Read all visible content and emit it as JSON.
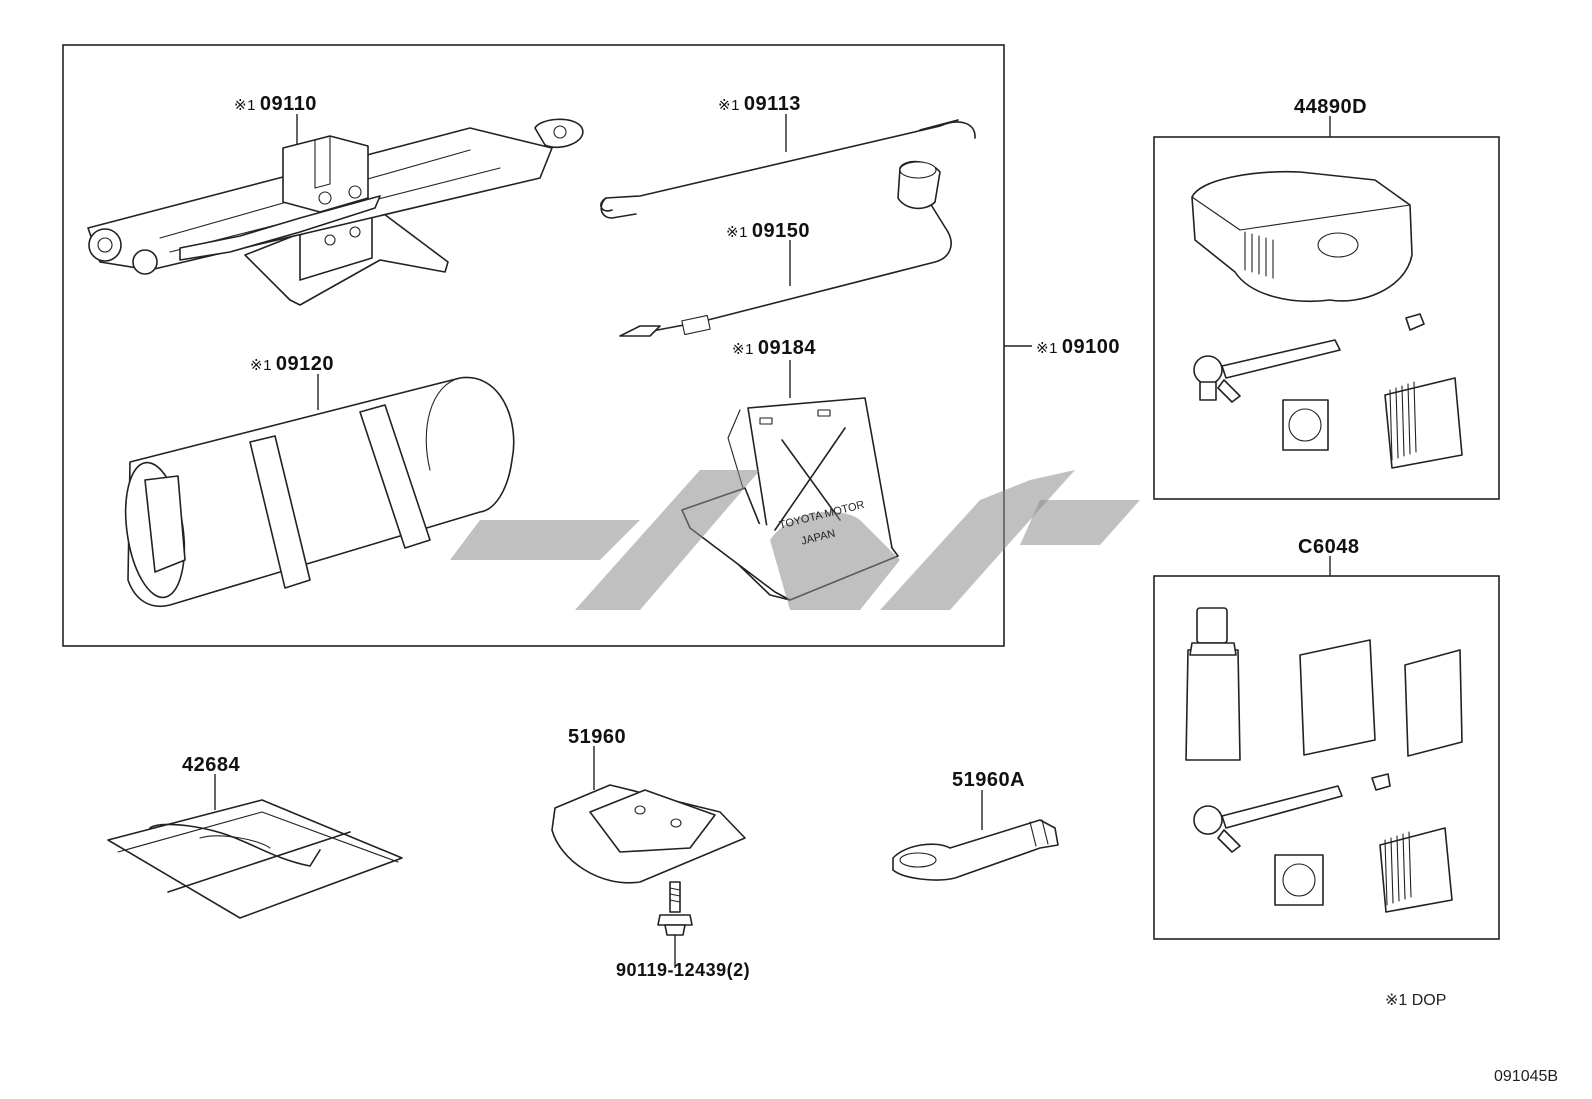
{
  "group_box": {
    "ref": "09100",
    "prefix": "※1"
  },
  "parts": {
    "jack": {
      "ref": "09110",
      "prefix": "※1"
    },
    "bag": {
      "ref": "09120",
      "prefix": "※1"
    },
    "handle": {
      "ref": "09113",
      "prefix": "※1"
    },
    "wrench": {
      "ref": "09150",
      "prefix": "※1"
    },
    "triangle": {
      "ref": "09184",
      "prefix": "※1",
      "plate_text_1": "TOYOTA MOTOR",
      "plate_text_2": "JAPAN"
    },
    "sheet": {
      "ref": "42684"
    },
    "hook_bracket": {
      "ref": "51960"
    },
    "bolt": {
      "ref": "90119-12439(2)"
    },
    "tow_eye": {
      "ref": "51960A"
    },
    "compressor_kit": {
      "ref": "44890D"
    },
    "sealant_kit": {
      "ref": "C6048"
    }
  },
  "footnote": "※1 DOP",
  "diagram_code": "091045B",
  "watermark_color": "#8c8c8c"
}
